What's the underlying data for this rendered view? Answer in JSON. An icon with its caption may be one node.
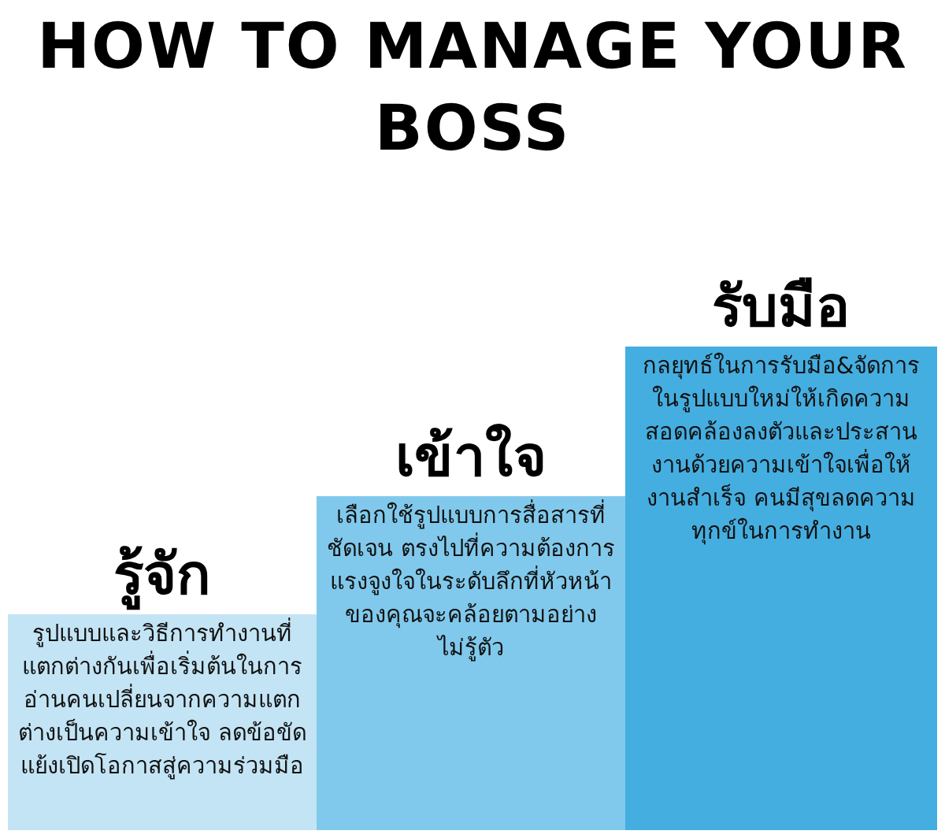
{
  "diagram": {
    "title": "HOW TO MANAGE YOUR BOSS",
    "nodes": [
      {
        "text": [
          "รู้จัก",
          "รูปแบบและวิธีการทำงานที่แตกต่างกันเพื่อเริ่มต้นในการอ่านคนเปลี่ยนจากความแตกต่างเป็นความเข้าใจ ลดข้อขัดแย้งเปิดโอกาสสู่ความร่วมมือ"
        ]
      },
      {
        "text": [
          "เข้าใจ",
          "เลือกใช้รูปแบบการสื่อสารที่ชัดเจน ตรงไปที่ความต้องการแรงจูงใจในระดับลึกที่หัวหน้าของคุณจะคล้อยตามอย่างไม่รู้ตัว"
        ]
      },
      {
        "text": [
          "รับมือ",
          "กลยุทธ์ในการรับมือ&จัดการในรูปแบบใหม่ให้เกิดความสอดคล้องลงตัวและประสานงานด้วยความเข้าใจเพื่อให้งานสำเร็จ คนมีสุขลดความทุกข์ในการทำงาน"
        ]
      }
    ]
  }
}
